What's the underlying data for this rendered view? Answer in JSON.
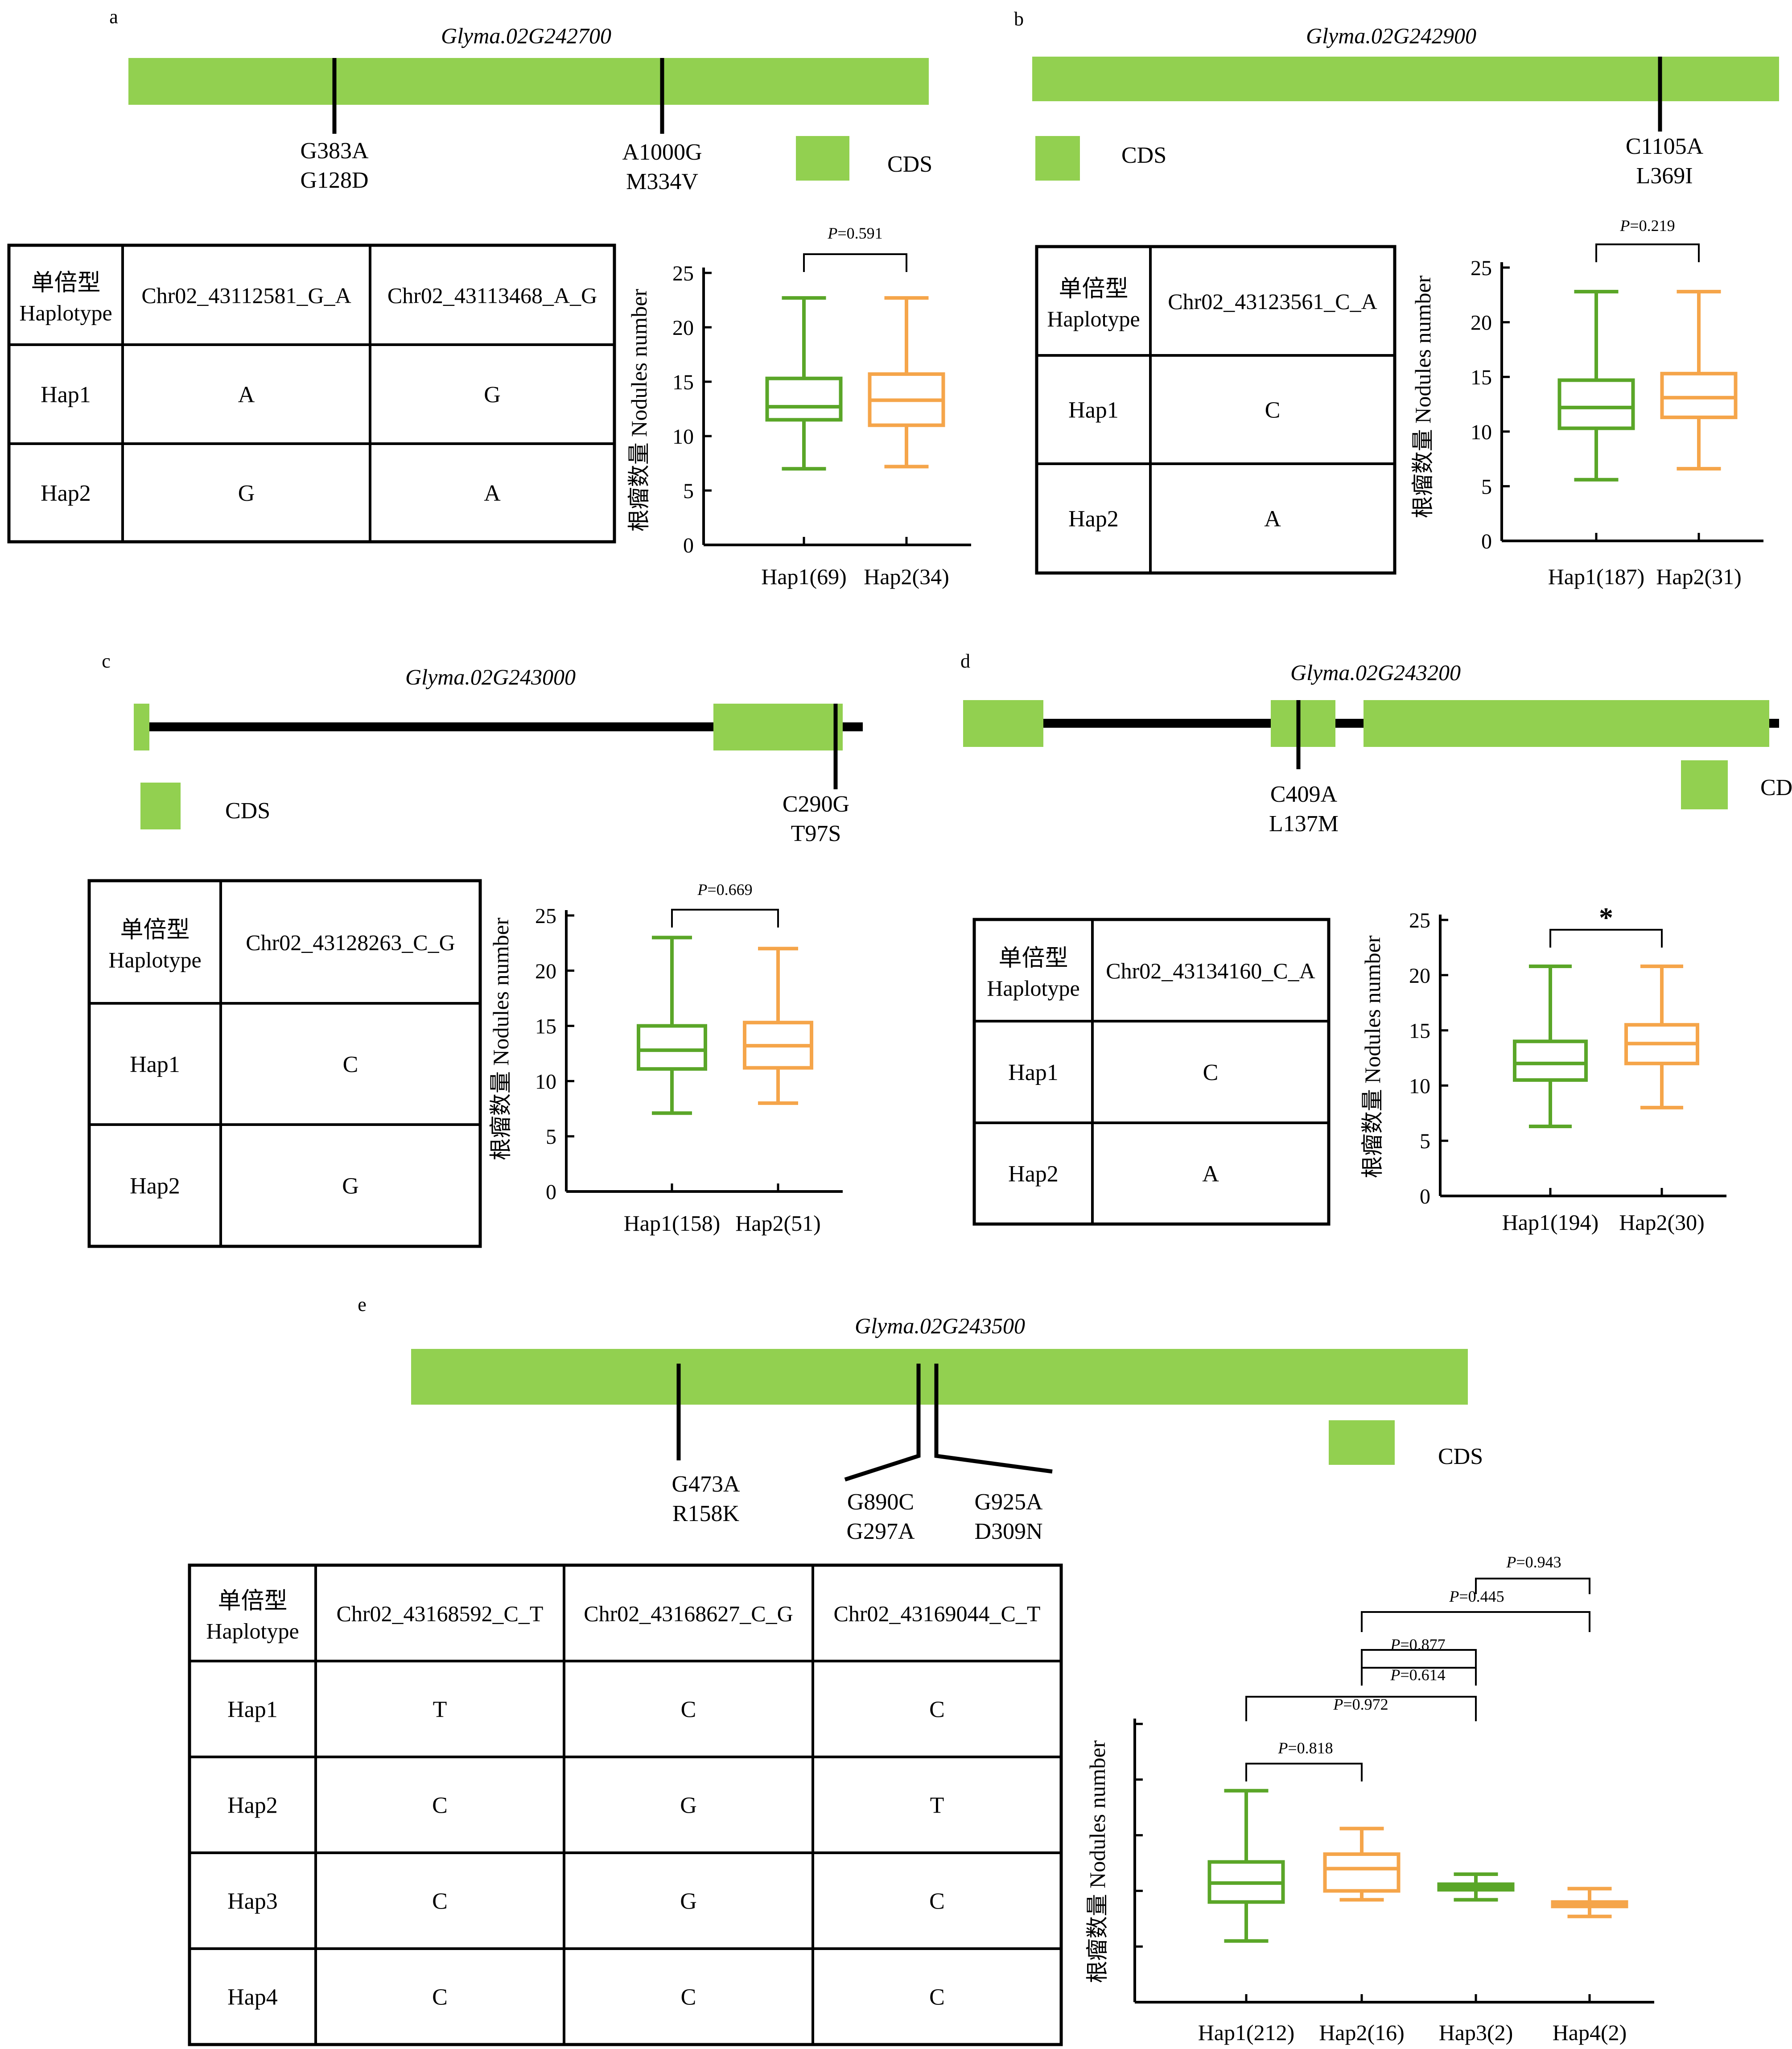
{
  "colors": {
    "cds": "#92d050",
    "hap_green": "#5aa628",
    "hap_orange": "#f5a54a",
    "line": "#000000"
  },
  "legend_cds": "CDS",
  "panels": {
    "a": {
      "letter": "a",
      "gene": "Glyma.02G242700",
      "snps": [
        {
          "nt": "G383A",
          "aa": "G128D"
        },
        {
          "nt": "A1000G",
          "aa": "M334V"
        }
      ],
      "table": {
        "header_cn": "单倍型",
        "header_en": "Haplotype",
        "columns": [
          "Chr02_43112581_G_A",
          "Chr02_43113468_A_G"
        ],
        "rows": [
          {
            "hap": "Hap1",
            "cells": [
              "A",
              "G"
            ]
          },
          {
            "hap": "Hap2",
            "cells": [
              "G",
              "A"
            ]
          }
        ]
      }
    },
    "b": {
      "letter": "b",
      "gene": "Glyma.02G242900",
      "snps": [
        {
          "nt": "C1105A",
          "aa": "L369I"
        }
      ],
      "table": {
        "header_cn": "单倍型",
        "header_en": "Haplotype",
        "columns": [
          "Chr02_43123561_C_A"
        ],
        "rows": [
          {
            "hap": "Hap1",
            "cells": [
              "C"
            ]
          },
          {
            "hap": "Hap2",
            "cells": [
              "A"
            ]
          }
        ]
      }
    },
    "c": {
      "letter": "c",
      "gene": "Glyma.02G243000",
      "snps": [
        {
          "nt": "C290G",
          "aa": "T97S"
        }
      ],
      "table": {
        "header_cn": "单倍型",
        "header_en": "Haplotype",
        "columns": [
          "Chr02_43128263_C_G"
        ],
        "rows": [
          {
            "hap": "Hap1",
            "cells": [
              "C"
            ]
          },
          {
            "hap": "Hap2",
            "cells": [
              "G"
            ]
          }
        ]
      }
    },
    "d": {
      "letter": "d",
      "gene": "Glyma.02G243200",
      "snps": [
        {
          "nt": "C409A",
          "aa": "L137M"
        }
      ],
      "table": {
        "header_cn": "单倍型",
        "header_en": "Haplotype",
        "columns": [
          "Chr02_43134160_C_A"
        ],
        "rows": [
          {
            "hap": "Hap1",
            "cells": [
              "C"
            ]
          },
          {
            "hap": "Hap2",
            "cells": [
              "A"
            ]
          }
        ]
      }
    },
    "e": {
      "letter": "e",
      "gene": "Glyma.02G243500",
      "snps": [
        {
          "nt": "G473A",
          "aa": "R158K"
        },
        {
          "nt": "G890C",
          "aa": "G297A"
        },
        {
          "nt": "G925A",
          "aa": "D309N"
        }
      ],
      "table": {
        "header_cn": "单倍型",
        "header_en": "Haplotype",
        "columns": [
          "Chr02_43168592_C_T",
          "Chr02_43168627_C_G",
          "Chr02_43169044_C_T"
        ],
        "rows": [
          {
            "hap": "Hap1",
            "cells": [
              "T",
              "C",
              "C"
            ]
          },
          {
            "hap": "Hap2",
            "cells": [
              "C",
              "G",
              "T"
            ]
          },
          {
            "hap": "Hap3",
            "cells": [
              "C",
              "G",
              "C"
            ]
          },
          {
            "hap": "Hap4",
            "cells": [
              "C",
              "C",
              "C"
            ]
          }
        ]
      }
    }
  },
  "chart_data": [
    {
      "panel": "a",
      "type": "box",
      "ylabel": "根瘤数量 Nodules number",
      "ylim": [
        0,
        25
      ],
      "yticks": [
        0,
        5,
        10,
        15,
        20,
        25
      ],
      "categories": [
        "Hap1(69)",
        "Hap2(34)"
      ],
      "boxes": [
        {
          "min": 7,
          "q1": 11.5,
          "median": 12.7,
          "q3": 15.3,
          "max": 22.7,
          "color": "green"
        },
        {
          "min": 7.2,
          "q1": 11,
          "median": 13.3,
          "q3": 15.7,
          "max": 22.7,
          "color": "orange"
        }
      ],
      "pvalues": [
        {
          "pair": [
            0,
            1
          ],
          "label": "=0.591"
        }
      ]
    },
    {
      "panel": "b",
      "type": "box",
      "ylabel": "根瘤数量 Nodules number",
      "ylim": [
        0,
        25
      ],
      "yticks": [
        0,
        5,
        10,
        15,
        20,
        25
      ],
      "categories": [
        "Hap1(187)",
        "Hap2(31)"
      ],
      "boxes": [
        {
          "min": 5.6,
          "q1": 10.3,
          "median": 12.2,
          "q3": 14.7,
          "max": 22.8,
          "color": "green"
        },
        {
          "min": 6.6,
          "q1": 11.3,
          "median": 13.1,
          "q3": 15.3,
          "max": 22.8,
          "color": "orange"
        }
      ],
      "pvalues": [
        {
          "pair": [
            0,
            1
          ],
          "label": "=0.219"
        }
      ]
    },
    {
      "panel": "c",
      "type": "box",
      "ylabel": "根瘤数量 Nodules number",
      "ylim": [
        0,
        25
      ],
      "yticks": [
        0,
        5,
        10,
        15,
        20,
        25
      ],
      "categories": [
        "Hap1(158)",
        "Hap2(51)"
      ],
      "boxes": [
        {
          "min": 7.1,
          "q1": 11.1,
          "median": 12.8,
          "q3": 15,
          "max": 23,
          "color": "green"
        },
        {
          "min": 8,
          "q1": 11.2,
          "median": 13.2,
          "q3": 15.3,
          "max": 22,
          "color": "orange"
        }
      ],
      "pvalues": [
        {
          "pair": [
            0,
            1
          ],
          "label": "=0.669"
        }
      ]
    },
    {
      "panel": "d",
      "type": "box",
      "ylabel": "根瘤数量 Nodules number",
      "ylim": [
        0,
        25
      ],
      "yticks": [
        0,
        5,
        10,
        15,
        20,
        25
      ],
      "categories": [
        "Hap1(194)",
        "Hap2(30)"
      ],
      "boxes": [
        {
          "min": 6.3,
          "q1": 10.5,
          "median": 12,
          "q3": 14,
          "max": 20.8,
          "color": "green"
        },
        {
          "min": 8,
          "q1": 12,
          "median": 13.8,
          "q3": 15.5,
          "max": 20.8,
          "color": "orange"
        }
      ],
      "pvalues": [
        {
          "pair": [
            0,
            1
          ],
          "label": "*"
        }
      ]
    },
    {
      "panel": "e",
      "type": "box",
      "ylabel": "根瘤数量 Nodules number",
      "ylim": [
        0,
        25
      ],
      "yticks": [
        0,
        5,
        10,
        15,
        20,
        25
      ],
      "ytick_labels_shown": false,
      "categories": [
        "Hap1(212)",
        "Hap2(16)",
        "Hap3(2)",
        "Hap4(2)"
      ],
      "boxes": [
        {
          "min": 5.5,
          "q1": 9,
          "median": 10.7,
          "q3": 12.6,
          "max": 19,
          "color": "green"
        },
        {
          "min": 9.2,
          "q1": 10,
          "median": 12,
          "q3": 13.3,
          "max": 15.6,
          "color": "orange"
        },
        {
          "min": 9.2,
          "q1": 10.1,
          "median": 10.4,
          "q3": 10.6,
          "max": 11.5,
          "color": "green"
        },
        {
          "min": 7.7,
          "q1": 8.6,
          "median": 8.8,
          "q3": 9.0,
          "max": 10.2,
          "color": "orange"
        }
      ],
      "pvalues": [
        {
          "pair": [
            0,
            1
          ],
          "label": "=0.818"
        },
        {
          "pair": [
            0,
            2
          ],
          "label": "=0.972"
        },
        {
          "pair": [
            1,
            2
          ],
          "label": "=0.614"
        },
        {
          "pair": [
            1,
            2
          ],
          "label": "=0.877"
        },
        {
          "pair": [
            1,
            3
          ],
          "label": "=0.445"
        },
        {
          "pair": [
            2,
            3
          ],
          "label": "=0.943"
        }
      ]
    }
  ]
}
